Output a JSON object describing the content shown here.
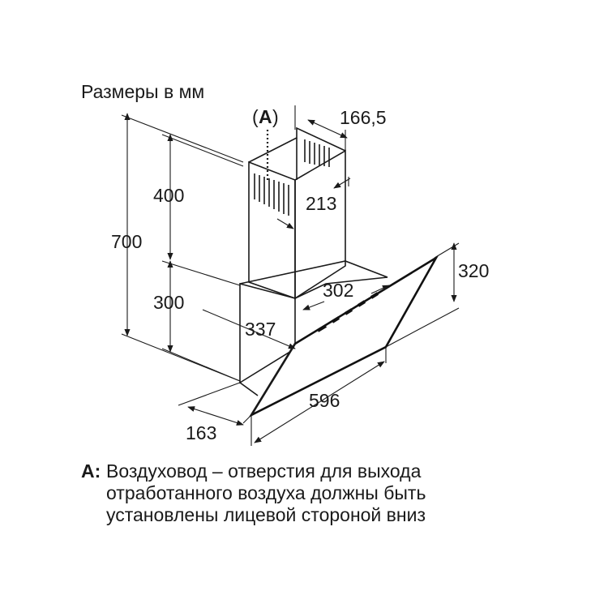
{
  "title": "Размеры в мм",
  "callout_label": "A",
  "dimensions": {
    "height_total": "700",
    "chimney_height": "400",
    "body_height": "300",
    "chimney_width": "166,5",
    "chimney_depth": "213",
    "body_width": "302",
    "body_depth": "337",
    "glass_height": "320",
    "glass_width": "596",
    "glass_depth": "163"
  },
  "note": {
    "marker": "A:",
    "lines": [
      "Воздуховод – отверстия для выхода",
      "отработанного воздуха должны быть",
      "установлены лицевой стороной вниз"
    ]
  }
}
